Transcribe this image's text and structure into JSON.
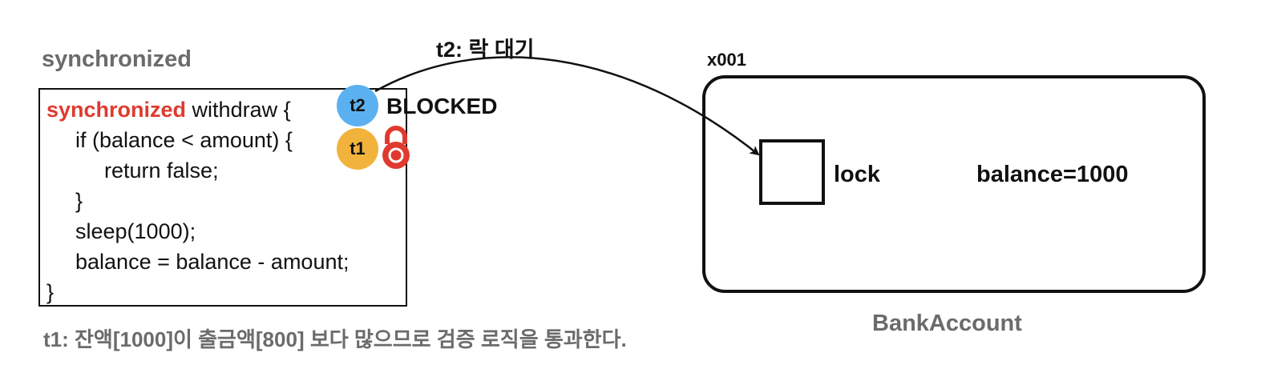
{
  "section_title": "synchronized",
  "code": {
    "keyword": "synchronized",
    "line1_rest": " withdraw {",
    "line2": "if (balance < amount) {",
    "line3": "return false;",
    "line4": "}",
    "line5": "sleep(1000);",
    "line6": "balance = balance - amount;",
    "line7": "}"
  },
  "threads": {
    "t2": "t2",
    "t1": "t1",
    "t2_state": "BLOCKED"
  },
  "arrow_label": "t2: 락 대기",
  "object": {
    "id": "x001",
    "lock_label": "lock",
    "balance_label": "balance=1000",
    "class_name": "BankAccount"
  },
  "caption": "t1: 잔액[1000]이 출금액[800] 보다 많으므로 검증 로직을 통과한다.",
  "colors": {
    "keyword": "#e03a2f",
    "t2": "#5bb1f0",
    "t1": "#f2b33d",
    "lock_icon": "#e03a2f",
    "muted_text": "#6b6b6b"
  }
}
